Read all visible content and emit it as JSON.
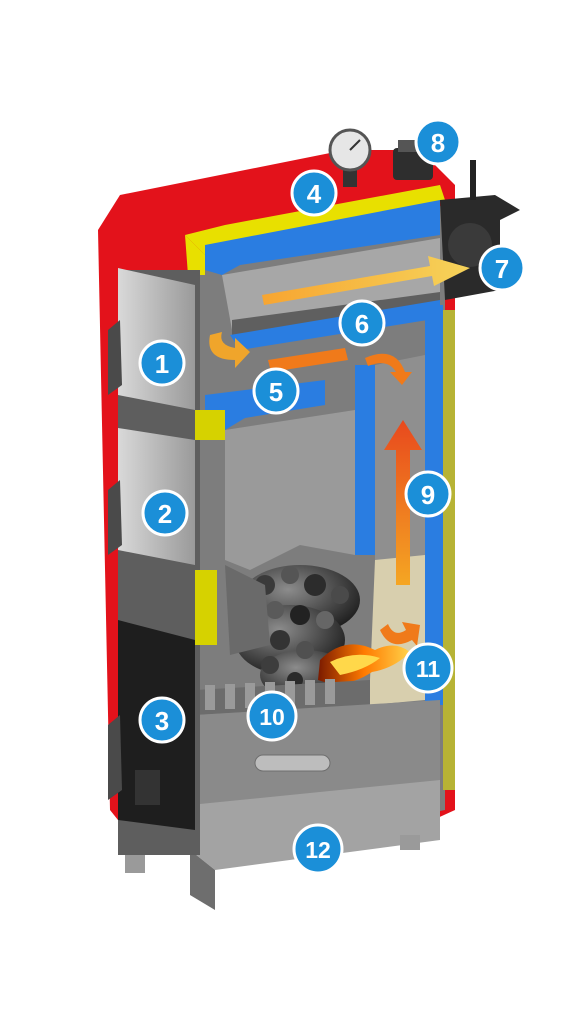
{
  "diagram": {
    "callouts": [
      {
        "id": "1",
        "label": "1"
      },
      {
        "id": "2",
        "label": "2"
      },
      {
        "id": "3",
        "label": "3"
      },
      {
        "id": "4",
        "label": "4"
      },
      {
        "id": "5",
        "label": "5"
      },
      {
        "id": "6",
        "label": "6"
      },
      {
        "id": "7",
        "label": "7"
      },
      {
        "id": "8",
        "label": "8"
      },
      {
        "id": "9",
        "label": "9"
      },
      {
        "id": "10",
        "label": "10"
      },
      {
        "id": "11",
        "label": "11"
      },
      {
        "id": "12",
        "label": "12"
      }
    ],
    "colors": {
      "casing": "#e3121b",
      "insulation": "#e8e000",
      "water_jacket": "#2a7de1",
      "steel": "#8c8c8c",
      "callout": "#1b8fd8",
      "flow_hot": "#f07a1a",
      "flow_flue": "#f3b93a"
    }
  }
}
